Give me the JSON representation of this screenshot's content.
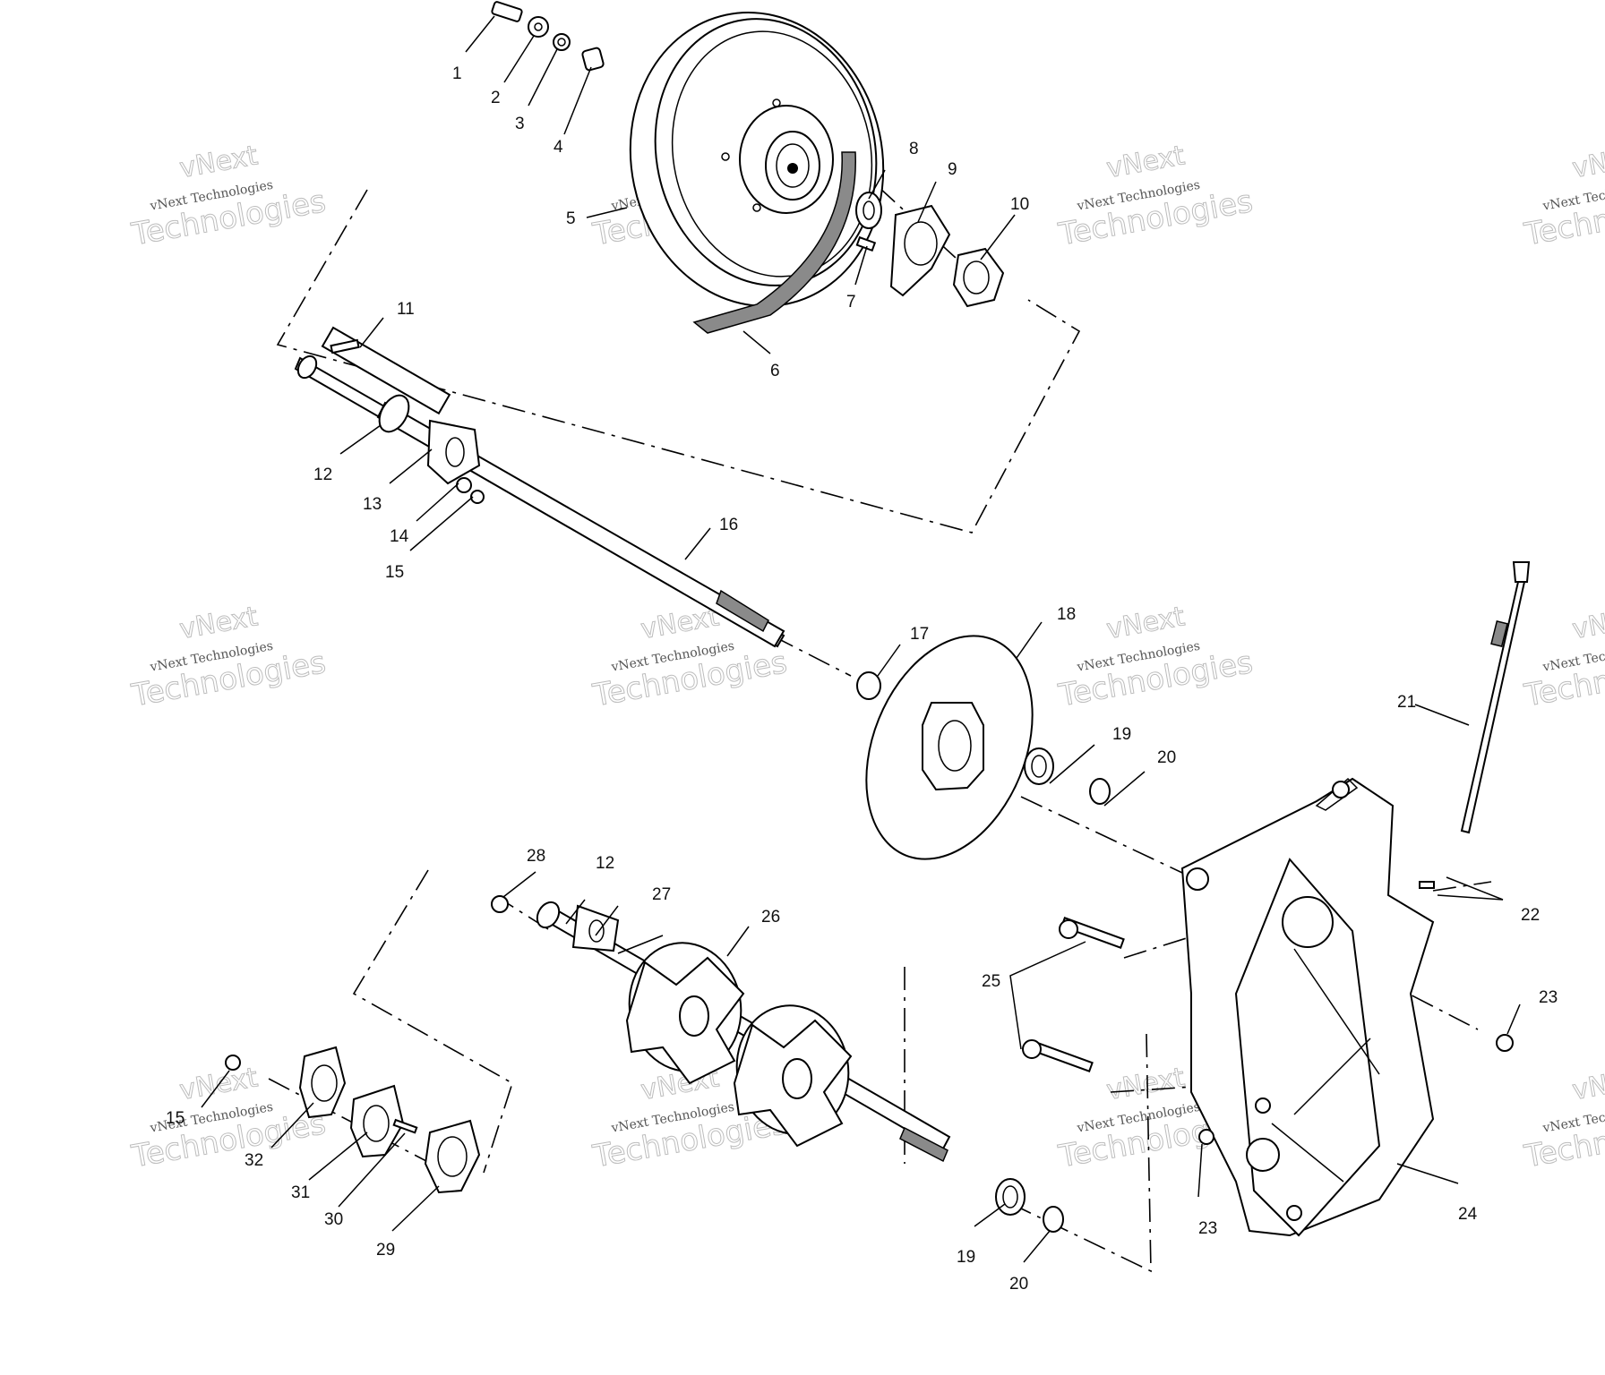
{
  "watermark": {
    "line1": "vNext",
    "line2": "vNext Technologies",
    "line3": "Technologies"
  },
  "callouts": [
    {
      "n": "1"
    },
    {
      "n": "2"
    },
    {
      "n": "3"
    },
    {
      "n": "4"
    },
    {
      "n": "5"
    },
    {
      "n": "6"
    },
    {
      "n": "7"
    },
    {
      "n": "8"
    },
    {
      "n": "9"
    },
    {
      "n": "10"
    },
    {
      "n": "11"
    },
    {
      "n": "12"
    },
    {
      "n": "13"
    },
    {
      "n": "14"
    },
    {
      "n": "15"
    },
    {
      "n": "16"
    },
    {
      "n": "17"
    },
    {
      "n": "18"
    },
    {
      "n": "19"
    },
    {
      "n": "20"
    },
    {
      "n": "21"
    },
    {
      "n": "22"
    },
    {
      "n": "23"
    },
    {
      "n": "24"
    },
    {
      "n": "25"
    },
    {
      "n": "12"
    },
    {
      "n": "27"
    },
    {
      "n": "26"
    },
    {
      "n": "28"
    },
    {
      "n": "15"
    },
    {
      "n": "32"
    },
    {
      "n": "31"
    },
    {
      "n": "30"
    },
    {
      "n": "29"
    },
    {
      "n": "19"
    },
    {
      "n": "20"
    },
    {
      "n": "23"
    }
  ]
}
